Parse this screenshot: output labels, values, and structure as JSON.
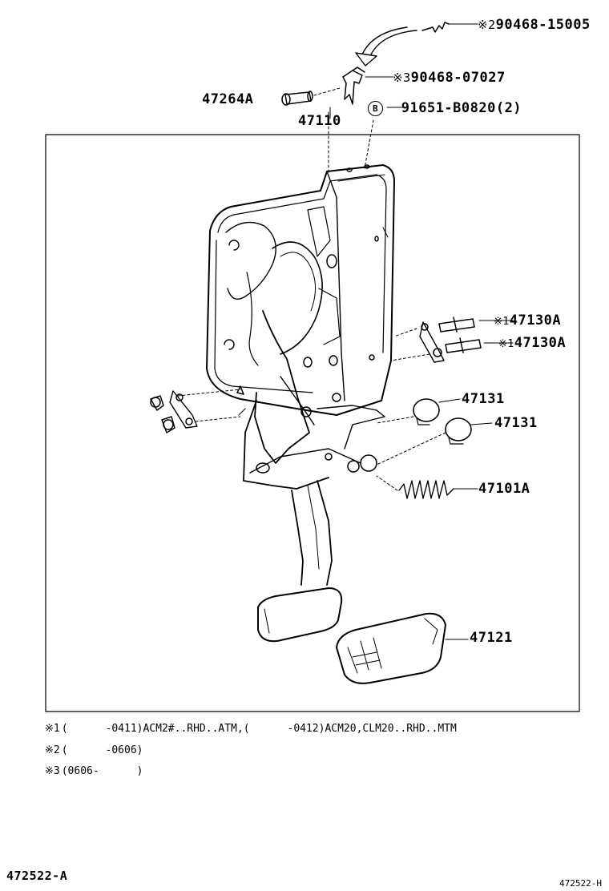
{
  "parts": {
    "p_90468_15005": {
      "mark": "※2",
      "number": "90468-15005"
    },
    "p_90468_07027": {
      "mark": "※3",
      "number": "90468-07027"
    },
    "p_47264A": {
      "number": "47264A"
    },
    "p_91651": {
      "badge": "B",
      "number": "91651-B0820(2)"
    },
    "p_47110": {
      "number": "47110"
    },
    "p_47130A_1": {
      "mark": "※1",
      "number": "47130A"
    },
    "p_47130A_2": {
      "mark": "※1",
      "number": "47130A"
    },
    "p_47131_1": {
      "number": "47131"
    },
    "p_47131_2": {
      "number": "47131"
    },
    "p_47101A": {
      "number": "47101A"
    },
    "p_47121": {
      "number": "47121"
    }
  },
  "notes": [
    {
      "mark": "※1",
      "text": "(      -0411)ACM2#..RHD..ATM,(      -0412)ACM20,CLM20..RHD..MTM"
    },
    {
      "mark": "※2",
      "text": "(      -0606)"
    },
    {
      "mark": "※3",
      "text": "(0606-      )"
    }
  ],
  "footer": {
    "ref_main": "472522-A",
    "ref_small": "472522-H"
  }
}
